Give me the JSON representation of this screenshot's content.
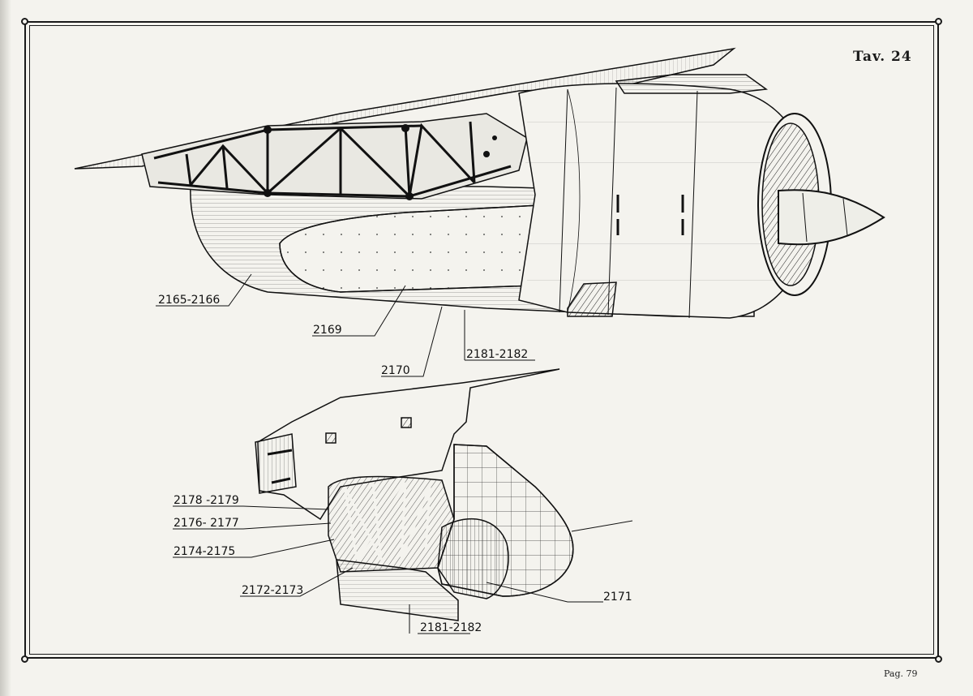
{
  "plate_title": "Tav. 24",
  "page_number": "Pag. 79",
  "callouts": {
    "c2165": "2165-2166",
    "c2169": "2169",
    "c2170": "2170",
    "c2181a": "2181-2182",
    "c2178": "2178 -2179",
    "c2176": "2176- 2177",
    "c2174": "2174-2175",
    "c2172": "2172-2173",
    "c2171": "2171",
    "c2181b": "2181-2182"
  },
  "colors": {
    "ink": "#111111",
    "paper": "#f4f3ee"
  }
}
